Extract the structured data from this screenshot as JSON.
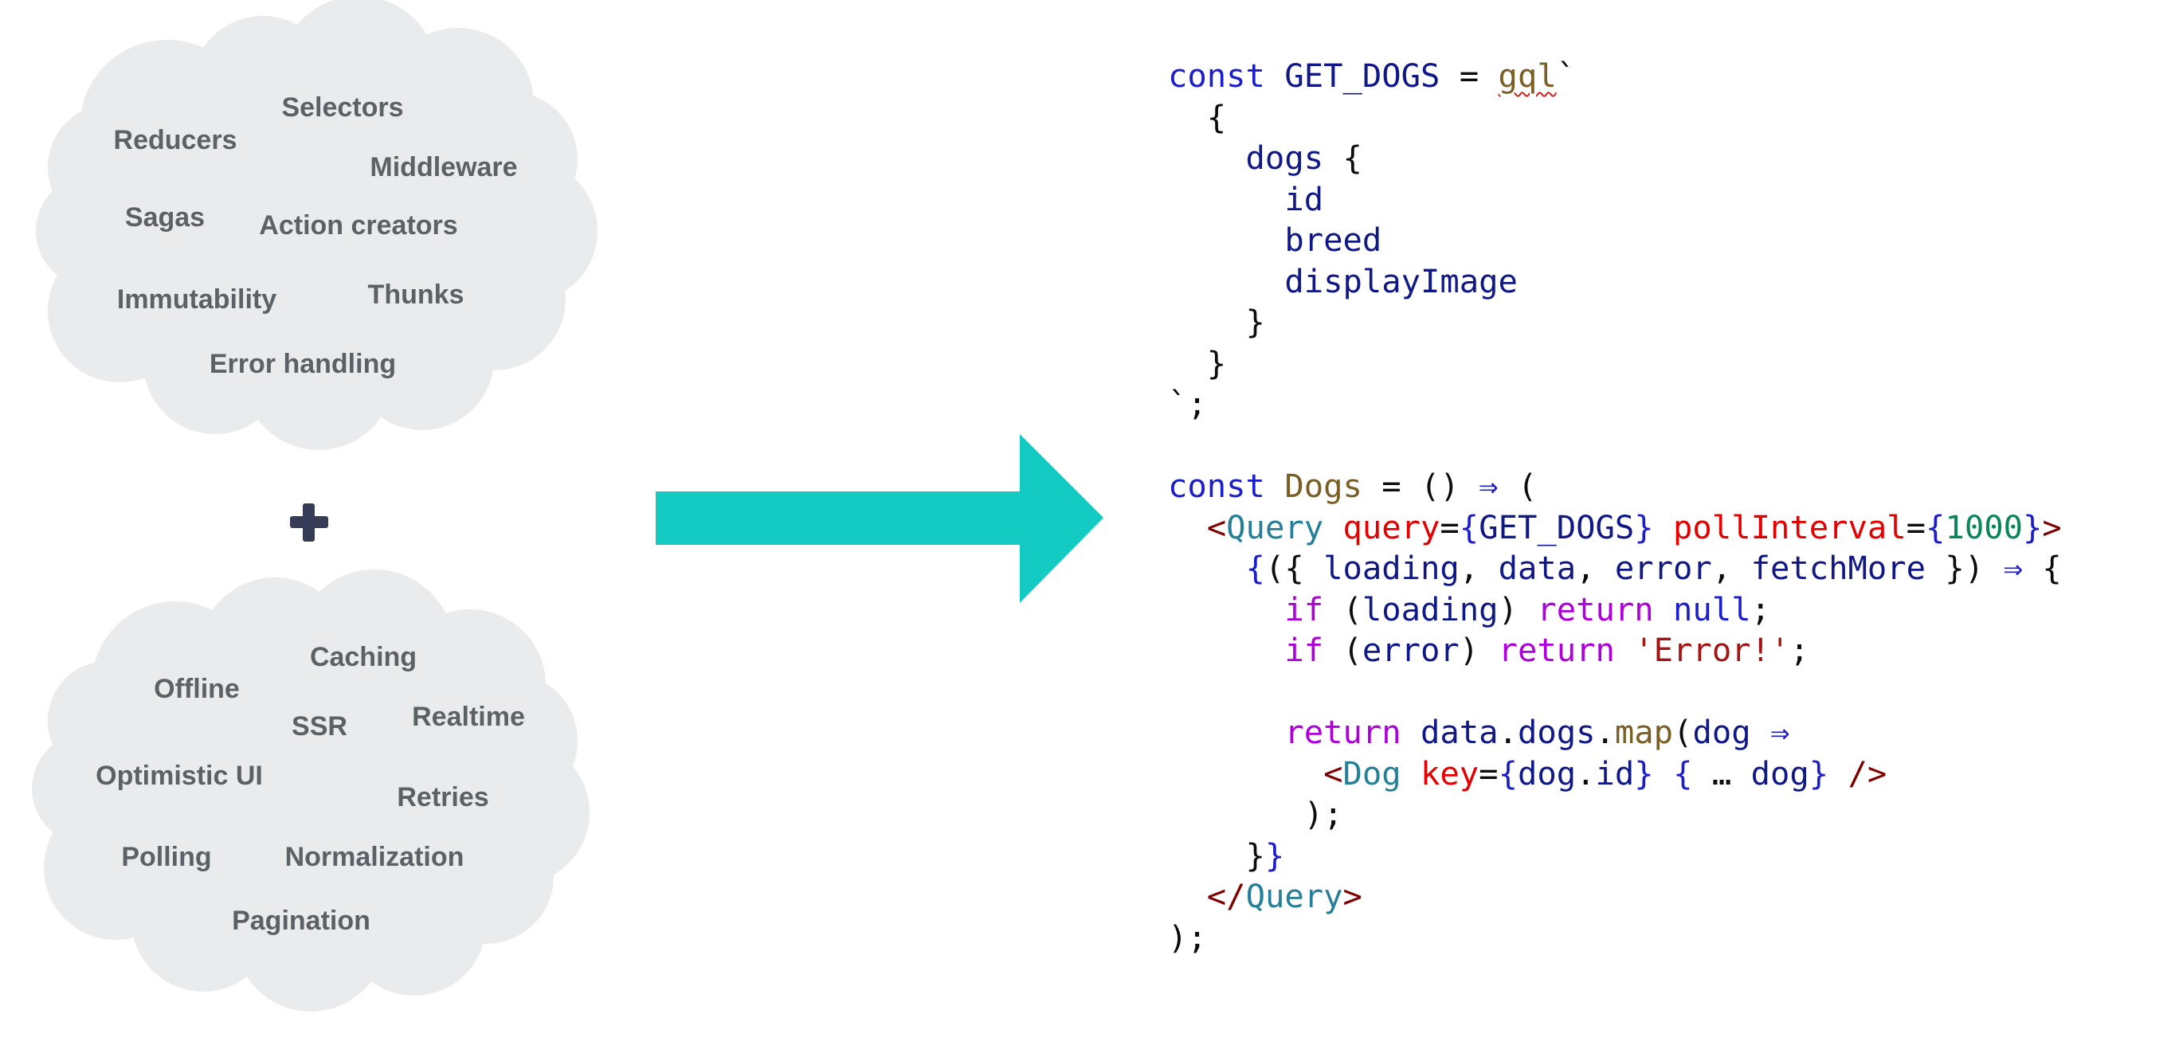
{
  "clouds": [
    {
      "id": "redux",
      "labels": [
        "Selectors",
        "Reducers",
        "Middleware",
        "Sagas",
        "Action creators",
        "Immutability",
        "Thunks",
        "Error handling"
      ]
    },
    {
      "id": "apollo",
      "labels": [
        "Caching",
        "Offline",
        "SSR",
        "Realtime",
        "Optimistic UI",
        "Retries",
        "Polling",
        "Normalization",
        "Pagination"
      ]
    }
  ],
  "plus_symbol": "+",
  "colors": {
    "cloud_fill": "#e9ebed",
    "cloud_text": "#5c6166",
    "plus": "#363b56",
    "arrow": "#14cbc3"
  },
  "code": {
    "language": "javascript",
    "lines": [
      [
        [
          "kw",
          "const"
        ],
        [
          "plain",
          " "
        ],
        [
          "var",
          "GET_DOGS"
        ],
        [
          "plain",
          " = "
        ],
        [
          "fn",
          "gql",
          "squiggle"
        ],
        [
          "plain",
          "`"
        ]
      ],
      [
        [
          "plain",
          "  {"
        ]
      ],
      [
        [
          "plain",
          "    "
        ],
        [
          "var",
          "dogs"
        ],
        [
          "plain",
          " {"
        ]
      ],
      [
        [
          "plain",
          "      "
        ],
        [
          "var",
          "id"
        ]
      ],
      [
        [
          "plain",
          "      "
        ],
        [
          "var",
          "breed"
        ]
      ],
      [
        [
          "plain",
          "      "
        ],
        [
          "var",
          "displayImage"
        ]
      ],
      [
        [
          "plain",
          "    }"
        ]
      ],
      [
        [
          "plain",
          "  }"
        ]
      ],
      [
        [
          "plain",
          "`;"
        ]
      ],
      [
        [
          "plain",
          ""
        ]
      ],
      [
        [
          "kw",
          "const"
        ],
        [
          "plain",
          " "
        ],
        [
          "fn",
          "Dogs"
        ],
        [
          "plain",
          " = () "
        ],
        [
          "kw",
          "⇒"
        ],
        [
          "plain",
          " ("
        ]
      ],
      [
        [
          "plain",
          "  "
        ],
        [
          "tag",
          "<"
        ],
        [
          "comp",
          "Query"
        ],
        [
          "plain",
          " "
        ],
        [
          "attr",
          "query"
        ],
        [
          "plain",
          "="
        ],
        [
          "brace",
          "{"
        ],
        [
          "var",
          "GET_DOGS"
        ],
        [
          "brace",
          "}"
        ],
        [
          "plain",
          " "
        ],
        [
          "attr",
          "pollInterval"
        ],
        [
          "plain",
          "="
        ],
        [
          "brace",
          "{"
        ],
        [
          "num",
          "1000"
        ],
        [
          "brace",
          "}"
        ],
        [
          "tag",
          ">"
        ]
      ],
      [
        [
          "plain",
          "    "
        ],
        [
          "brace",
          "{"
        ],
        [
          "plain",
          "({ "
        ],
        [
          "var",
          "loading"
        ],
        [
          "plain",
          ", "
        ],
        [
          "var",
          "data"
        ],
        [
          "plain",
          ", "
        ],
        [
          "var",
          "error"
        ],
        [
          "plain",
          ", "
        ],
        [
          "var",
          "fetchMore"
        ],
        [
          "plain",
          " }) "
        ],
        [
          "kw",
          "⇒"
        ],
        [
          "plain",
          " {"
        ]
      ],
      [
        [
          "plain",
          "      "
        ],
        [
          "ctrl",
          "if"
        ],
        [
          "plain",
          " ("
        ],
        [
          "var",
          "loading"
        ],
        [
          "plain",
          ") "
        ],
        [
          "ctrl",
          "return"
        ],
        [
          "plain",
          " "
        ],
        [
          "kw",
          "null"
        ],
        [
          "plain",
          ";"
        ]
      ],
      [
        [
          "plain",
          "      "
        ],
        [
          "ctrl",
          "if"
        ],
        [
          "plain",
          " ("
        ],
        [
          "var",
          "error"
        ],
        [
          "plain",
          ") "
        ],
        [
          "ctrl",
          "return"
        ],
        [
          "plain",
          " "
        ],
        [
          "str",
          "'Error!'"
        ],
        [
          "plain",
          ";"
        ]
      ],
      [
        [
          "plain",
          ""
        ]
      ],
      [
        [
          "plain",
          "      "
        ],
        [
          "ctrl",
          "return"
        ],
        [
          "plain",
          " "
        ],
        [
          "var",
          "data"
        ],
        [
          "plain",
          "."
        ],
        [
          "var",
          "dogs"
        ],
        [
          "plain",
          "."
        ],
        [
          "fn",
          "map"
        ],
        [
          "plain",
          "("
        ],
        [
          "var",
          "dog"
        ],
        [
          "plain",
          " "
        ],
        [
          "kw",
          "⇒"
        ]
      ],
      [
        [
          "plain",
          "        "
        ],
        [
          "tag",
          "<"
        ],
        [
          "comp",
          "Dog"
        ],
        [
          "plain",
          " "
        ],
        [
          "attr",
          "key"
        ],
        [
          "plain",
          "="
        ],
        [
          "brace",
          "{"
        ],
        [
          "var",
          "dog"
        ],
        [
          "plain",
          "."
        ],
        [
          "var",
          "id"
        ],
        [
          "brace",
          "}"
        ],
        [
          "plain",
          " "
        ],
        [
          "brace",
          "{"
        ],
        [
          "plain",
          " … "
        ],
        [
          "var",
          "dog"
        ],
        [
          "brace",
          "}"
        ],
        [
          "plain",
          " "
        ],
        [
          "tag",
          "/>"
        ]
      ],
      [
        [
          "plain",
          "       );"
        ]
      ],
      [
        [
          "plain",
          "    }"
        ],
        [
          "brace",
          "}"
        ]
      ],
      [
        [
          "plain",
          "  "
        ],
        [
          "tag",
          "</"
        ],
        [
          "comp",
          "Query"
        ],
        [
          "tag",
          ">"
        ]
      ],
      [
        [
          "plain",
          ");"
        ]
      ]
    ]
  }
}
